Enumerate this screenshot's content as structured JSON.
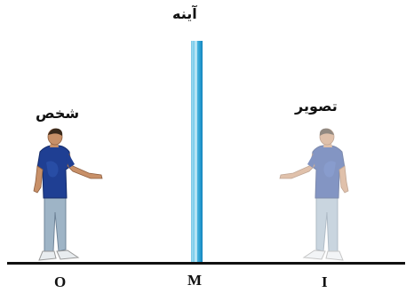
{
  "labels": {
    "mirror": "آینه",
    "person": "شخص",
    "image": "تصویر",
    "point_o": "O",
    "point_m": "M",
    "point_i": "I"
  },
  "colors": {
    "mirror": "#2e9fd1",
    "shirt": "#1f3f93",
    "pants": "#9eb4c6",
    "skin": "#c89068",
    "ground": "#111111"
  },
  "figures": {
    "person": "standing-man-figure",
    "reflection": "mirror-image-figure"
  }
}
